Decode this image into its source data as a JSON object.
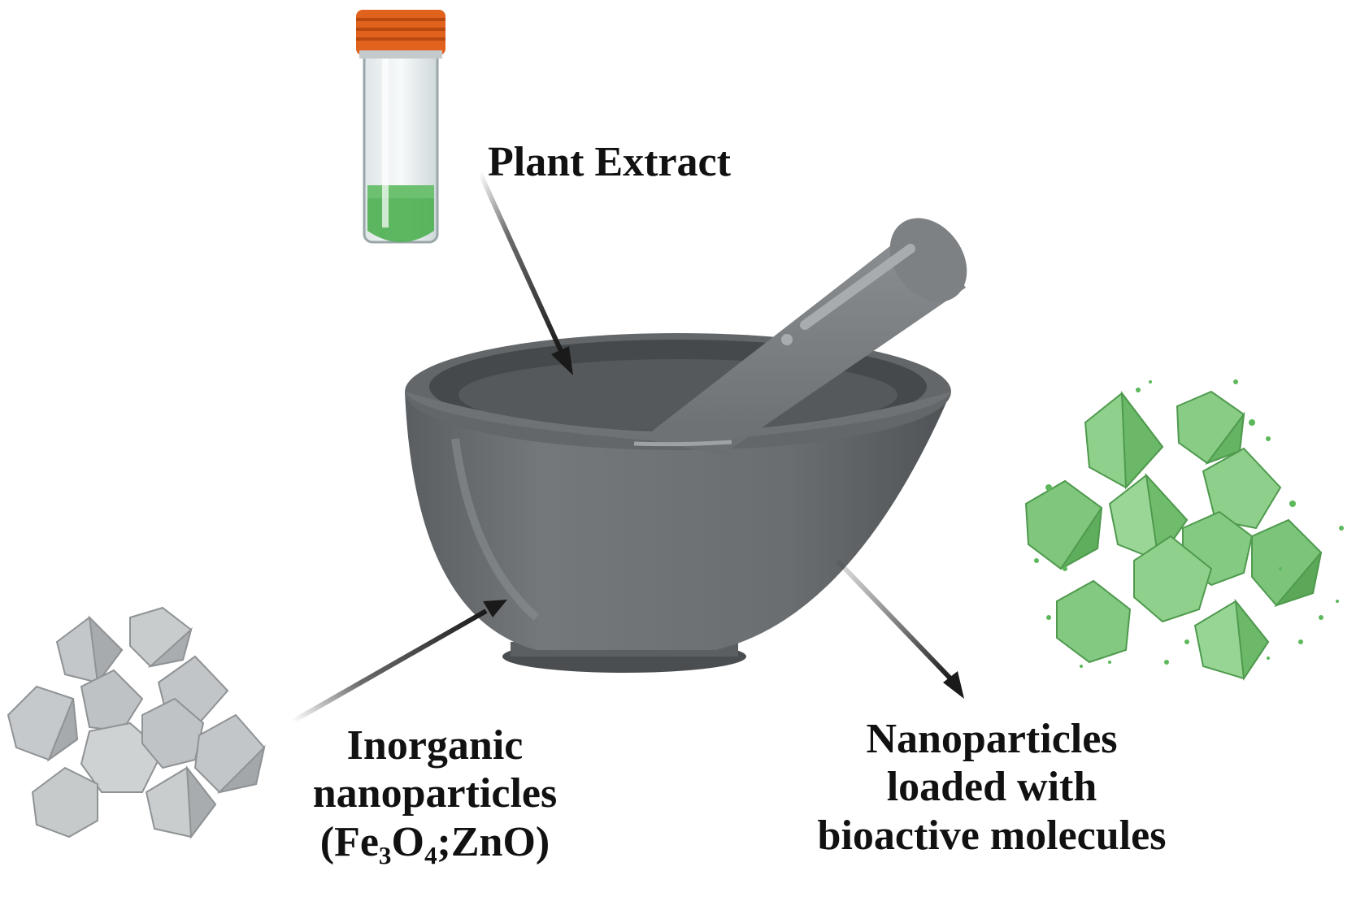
{
  "labels": {
    "plant_extract": "Plant  Extract",
    "inorganic": {
      "line1": "Inorganic",
      "line2": "nanoparticles",
      "line3": "(Fe₃O₄;ZnO)"
    },
    "loaded": {
      "line1": "Nanoparticles",
      "line2": "loaded with",
      "line3": "bioactive molecules"
    }
  },
  "colors": {
    "mortar": "#6b6f72",
    "mortar_dark": "#4e5255",
    "cap": "#e0621d",
    "extract_green": "#4caf50",
    "gray_crystal": "#bfc2c4",
    "green_crystal": "#7cc47a"
  },
  "icons": [
    "test-tube-icon",
    "mortar-pestle-icon",
    "gray-crystals-icon",
    "green-crystals-icon"
  ]
}
